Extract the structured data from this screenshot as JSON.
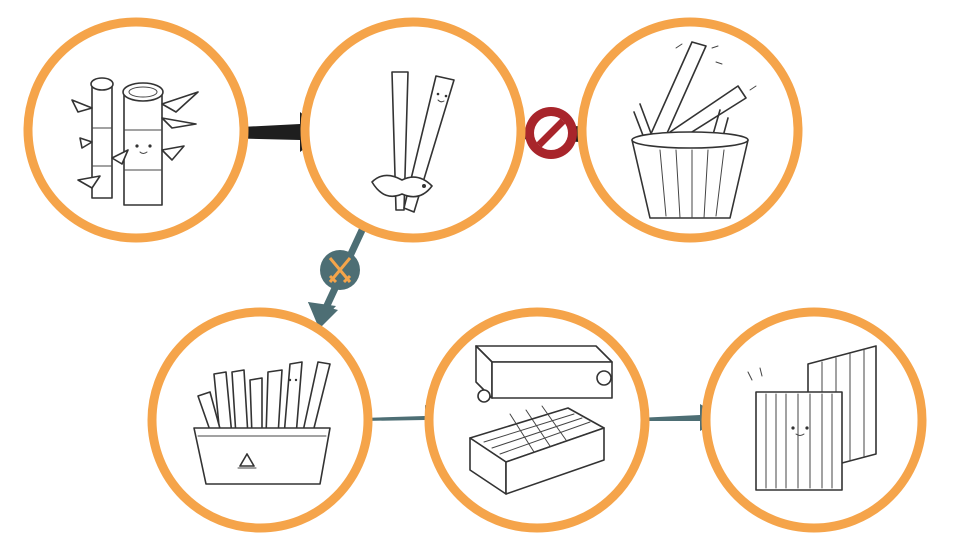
{
  "diagram": {
    "title": "",
    "colors": {
      "ring": "#f5a44a",
      "arrow_black": "#1e1e1e",
      "arrow_teal": "#4d6e74",
      "prohibit_red": "#a8252b",
      "badge_teal": "#4d6e74",
      "badge_orange": "#f5a44a"
    },
    "steps": [
      {
        "id": "bamboo-plant",
        "icon": "bamboo-stalks-icon"
      },
      {
        "id": "chopsticks",
        "icon": "chopsticks-icon"
      },
      {
        "id": "discard-basket",
        "icon": "trash-basket-icon"
      },
      {
        "id": "recycle-bin",
        "icon": "recycle-bin-icon"
      },
      {
        "id": "press-machine",
        "icon": "press-machine-icon"
      },
      {
        "id": "bamboo-boards",
        "icon": "bamboo-boards-icon"
      }
    ],
    "connectors": [
      {
        "from": "bamboo-plant",
        "to": "chopsticks",
        "style": "black-arrow"
      },
      {
        "from": "chopsticks",
        "to": "discard-basket",
        "style": "black-arrow",
        "badge": "prohibited-icon"
      },
      {
        "from": "chopsticks",
        "to": "recycle-bin",
        "style": "teal-arrow",
        "badge": "sword-knife-icon"
      },
      {
        "from": "recycle-bin",
        "to": "press-machine",
        "style": "teal-arrow"
      },
      {
        "from": "press-machine",
        "to": "bamboo-boards",
        "style": "teal-arrow"
      }
    ]
  }
}
